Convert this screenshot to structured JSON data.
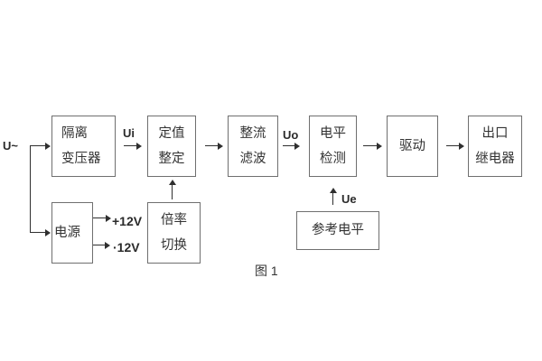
{
  "figure": {
    "caption": "图 1"
  },
  "signals": {
    "input": "U~",
    "ui": "Ui",
    "uo": "Uo",
    "ue": "Ue",
    "pos_supply": "+12V",
    "neg_supply": "·12V"
  },
  "blocks": {
    "isolation_transformer": {
      "line1": "隔离",
      "line2": "变压器"
    },
    "value_setting": {
      "line1": "定值",
      "line2": "整定"
    },
    "rectify_filter": {
      "line1": "整流",
      "line2": "滤波"
    },
    "level_detect": {
      "line1": "电平",
      "line2": "检测"
    },
    "drive": {
      "line1": "驱动"
    },
    "output_relay": {
      "line1": "出口",
      "line2": "继电器"
    },
    "power": {
      "line1": "电源"
    },
    "ratio_switch": {
      "line1": "倍率",
      "line2": "切换"
    },
    "reference_level": {
      "line1": "参考电平"
    }
  },
  "colors": {
    "background": "#ffffff",
    "box_border": "#6f6f6f",
    "line": "#2f2f2f",
    "text": "#333333"
  }
}
